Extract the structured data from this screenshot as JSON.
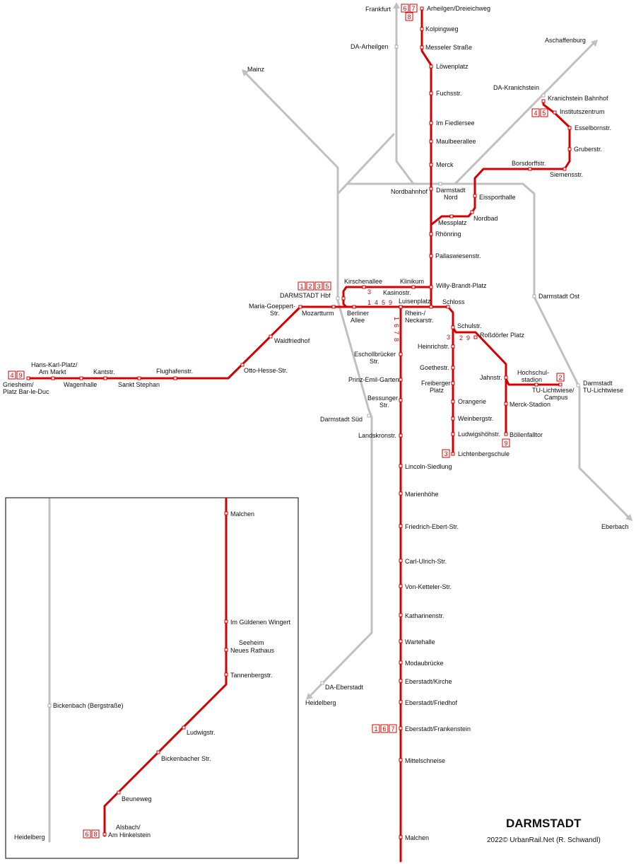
{
  "title": "DARMSTADT",
  "credit": "2022© UrbanRail.Net (R. Schwandl)",
  "colors": {
    "tram": "#d40000",
    "rail": "#c0c0c0",
    "text": "#111111",
    "frame": "#000000"
  },
  "rail_destinations": {
    "frankfurt": "Frankfurt",
    "mainz": "Mainz",
    "aschaffenburg": "Aschaffenburg",
    "eberbach": "Eberbach",
    "heidelberg_main": "Heidelberg",
    "heidelberg_inset": "Heidelberg"
  },
  "rail_stations": {
    "da_arheilgen": "DA-Arheilgen",
    "da_kranichstein": "DA-Kranichstein",
    "nordbahnhof": "Nordbahnhof",
    "darmstadt_ost": "Darmstadt Ost",
    "darmstadt_sued": "Darmstadt Süd",
    "da_eberstadt": "DA-Eberstadt",
    "tu_lichtwiese_1": "Darmstadt",
    "tu_lichtwiese_2": "TU-Lichtwiese",
    "hbf": "DARMSTADT Hbf",
    "bickenbach": "Bickenbach (Bergstraße)"
  },
  "stations": {
    "arheilgen": "Arheilgen/Dreieichweg",
    "kolpingweg": "Kolpingweg",
    "messeler": "Messeler Straße",
    "loewenplatz": "Löwenplatz",
    "fuchsstr": "Fuchsstr.",
    "fiedlersee": "Im Fiedlersee",
    "maulbeerallee": "Maulbeerallee",
    "merck": "Merck",
    "da_nord_1": "Darmstadt",
    "da_nord_2": "Nord",
    "messplatz": "Messplatz",
    "rhoenring": "Rhönring",
    "pallaswiesen": "Pallaswiesenstr.",
    "willy_brandt": "Willy-Brandt-Platz",
    "kranichstein_bf": "Kranichstein Bahnhof",
    "institutszentrum": "Institutszentrum",
    "esselborn": "Esselbornstr.",
    "gruberstr": "Gruberstr.",
    "borsdorff": "Borsdorffstr.",
    "siemensstr": "Siemensstr.",
    "eissporthalle": "Eissporthalle",
    "nordbad": "Nordbad",
    "kirschenallee": "Kirschenallee",
    "klinikum": "Klinikum",
    "kasinostr": "Kasinostr.",
    "luisenplatz": "Luisenplatz",
    "schloss": "Schloss",
    "mozartturm": "Mozartturm",
    "berliner_1": "Berliner",
    "berliner_2": "Allee",
    "maria_goeppert_1": "Maria-Goeppert-",
    "maria_goeppert_2": "Str.",
    "waldfriedhof": "Waldfriedhof",
    "otto_hesse": "Otto-Hesse-Str.",
    "flughafenstr": "Flughafenstr.",
    "sankt_stephan": "Sankt Stephan",
    "kantstr": "Kantstr.",
    "wagenhalle": "Wagenhalle",
    "hans_karl_1": "Hans-Karl-Platz/",
    "hans_karl_2": "Am Markt",
    "griesheim_1": "Griesheim/",
    "griesheim_2": "Platz Bar-le-Duc",
    "rhein_neckar_1": "Rhein-/",
    "rhein_neckar_2": "Neckarstr.",
    "schulstr": "Schulstr.",
    "rossdoerfer": "Roßdörfer Platz",
    "heinrichstr": "Heinrichstr.",
    "goethestr": "Goethestr.",
    "freiberger_1": "Freiberger",
    "freiberger_2": "Platz",
    "orangerie": "Orangerie",
    "weinbergstr": "Weinbergstr.",
    "ludwigshoeh": "Ludwigshöhstr.",
    "lichtenberg": "Lichtenbergschule",
    "jahnstr": "Jahnstr.",
    "hochschul_1": "Hochschul-",
    "hochschul_2": "stadion",
    "tu_campus_1": "TU-Lichtwiese/",
    "tu_campus_2": "Campus",
    "merck_stadion": "Merck-Stadion",
    "boellenfalltor": "Böllenfalltor",
    "eschollbruecker_1": "Eschollbrücker",
    "eschollbruecker_2": "Str.",
    "prinz_emil": "Prinz-Emil-Garten",
    "bessunger_1": "Bessunger",
    "bessunger_2": "Str.",
    "landskron": "Landskronstr.",
    "lincoln": "Lincoln-Siedlung",
    "marienhoehe": "Marienhöhe",
    "friedrich_ebert": "Friedrich-Ebert-Str.",
    "carl_ulrich": "Carl-Ulrich-Str.",
    "von_ketteler": "Von-Ketteler-Str.",
    "katharinen": "Katharinenstr.",
    "wartehalle": "Wartehalle",
    "modau": "Modaubrücke",
    "eberstadt_kirche": "Eberstadt/Kirche",
    "eberstadt_friedhof": "Eberstadt/Friedhof",
    "eberstadt_frankenstein": "Eberstadt/Frankenstein",
    "mittelschneise": "Mittelschneise",
    "malchen": "Malchen"
  },
  "inset_stations": {
    "malchen": "Malchen",
    "gueldenen": "Im Güldenen Wingert",
    "seeheim_1": "Seeheim",
    "seeheim_2": "Neues Rathaus",
    "tannenberg": "Tannenbergstr.",
    "ludwigstr": "Ludwigstr.",
    "bickenbacher": "Bickenbacher Str.",
    "beuneweg": "Beuneweg",
    "alsbach_1": "Alsbach/",
    "alsbach_2": "Am Hinkelstein"
  },
  "route_labels": {
    "kasino_3": "3",
    "luisen_1459": "1  4  5  9",
    "south_1678": "1  6  7  8",
    "heinrich_3": "3",
    "rossdorf_29": "2  9"
  },
  "badges": {
    "arheilgen_6": "6",
    "arheilgen_7": "7",
    "arheilgen_8": "8",
    "kranich_4": "4",
    "kranich_5": "5",
    "hbf_1": "1",
    "hbf_2": "2",
    "hbf_3": "3",
    "hbf_5": "5",
    "griesheim_4": "4",
    "griesheim_9": "9",
    "campus_2": "2",
    "boellen_9": "9",
    "lichten_3": "3",
    "frank_1": "1",
    "frank_6": "6",
    "frank_7": "7",
    "alsbach_6": "6",
    "alsbach_8": "8"
  }
}
